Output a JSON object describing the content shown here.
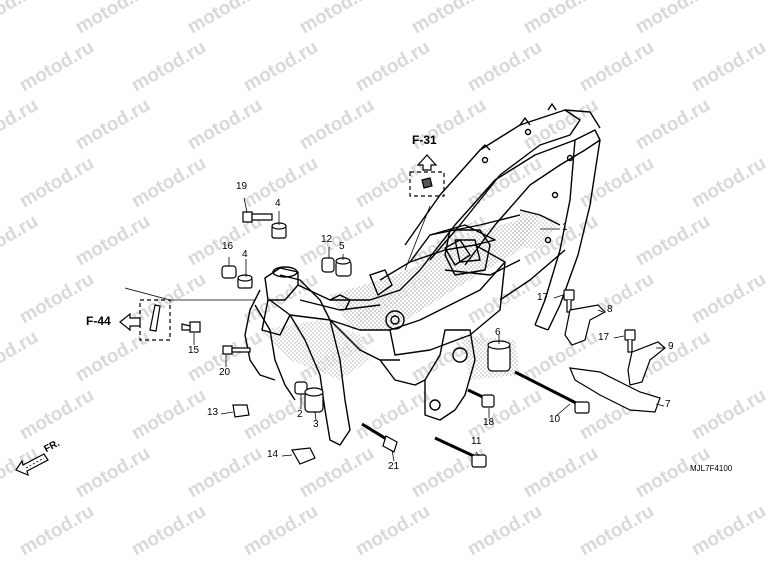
{
  "watermark": {
    "text": "motod.ru"
  },
  "refs": [
    {
      "id": "f31",
      "label": "F-31"
    },
    {
      "id": "f44",
      "label": "F-44"
    },
    {
      "id": "fr",
      "label": "FR."
    }
  ],
  "diagram_code": "MJL7F4100",
  "callouts": [
    {
      "id": "c1",
      "label": "1"
    },
    {
      "id": "c2",
      "label": "2"
    },
    {
      "id": "c3",
      "label": "3"
    },
    {
      "id": "c4a",
      "label": "4"
    },
    {
      "id": "c4b",
      "label": "4"
    },
    {
      "id": "c5",
      "label": "5"
    },
    {
      "id": "c6",
      "label": "6"
    },
    {
      "id": "c7",
      "label": "7"
    },
    {
      "id": "c8",
      "label": "8"
    },
    {
      "id": "c9",
      "label": "9"
    },
    {
      "id": "c10",
      "label": "10"
    },
    {
      "id": "c11",
      "label": "11"
    },
    {
      "id": "c12",
      "label": "12"
    },
    {
      "id": "c13",
      "label": "13"
    },
    {
      "id": "c14",
      "label": "14"
    },
    {
      "id": "c15",
      "label": "15"
    },
    {
      "id": "c16",
      "label": "16"
    },
    {
      "id": "c17a",
      "label": "17"
    },
    {
      "id": "c17b",
      "label": "17"
    },
    {
      "id": "c18",
      "label": "18"
    },
    {
      "id": "c19",
      "label": "19"
    },
    {
      "id": "c20",
      "label": "20"
    },
    {
      "id": "c21",
      "label": "21"
    }
  ]
}
